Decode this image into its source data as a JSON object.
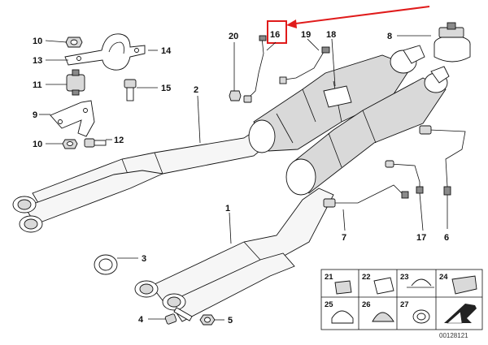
{
  "callouts": {
    "c1": "1",
    "c2": "2",
    "c3": "3",
    "c4": "4",
    "c5": "5",
    "c6": "6",
    "c7": "7",
    "c8": "8",
    "c9": "9",
    "c10a": "10",
    "c10b": "10",
    "c11": "11",
    "c12": "12",
    "c13": "13",
    "c14": "14",
    "c15": "15",
    "c16": "16",
    "c17": "17",
    "c18": "18",
    "c19": "19",
    "c20": "20"
  },
  "legend": {
    "l21": "21",
    "l22": "22",
    "l23": "23",
    "l24": "24",
    "l25": "25",
    "l26": "26",
    "l27": "27"
  },
  "diagram_ref": "00128121",
  "colors": {
    "highlight": "#e01b1b",
    "line": "#111111"
  }
}
